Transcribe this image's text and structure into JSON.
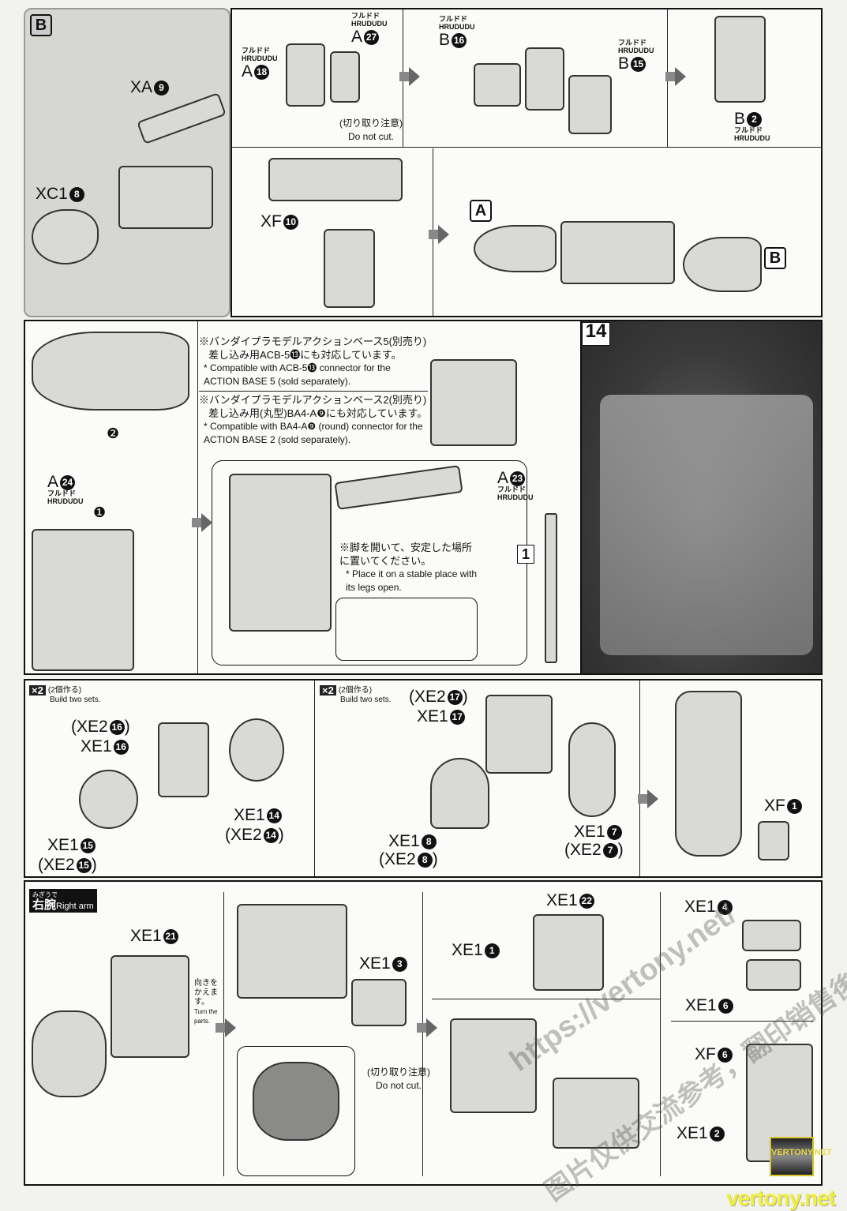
{
  "panel_b": {
    "badge": "B",
    "labels": [
      {
        "code": "XA",
        "num": "9"
      },
      {
        "code": "XC1",
        "num": "8"
      }
    ]
  },
  "step1": {
    "labels": [
      {
        "ruby": "フルドド",
        "sub": "HRUDUDU",
        "code": "A",
        "num": "18"
      },
      {
        "ruby": "フルドド",
        "sub": "HRUDUDU",
        "code": "A",
        "num": "27"
      },
      {
        "ruby": "フルドド",
        "sub": "HRUDUDU",
        "code": "B",
        "num": "16"
      },
      {
        "ruby": "フルドド",
        "sub": "HRUDUDU",
        "code": "B",
        "num": "15"
      },
      {
        "ruby": "フルドド",
        "sub": "HRUDUDU",
        "code": "B",
        "num": "2"
      }
    ],
    "cut_note_jp": "(切り取り注意)",
    "cut_note_en": "Do not cut."
  },
  "step2": {
    "label": {
      "code": "XF",
      "num": "10"
    },
    "badge_a": "A",
    "badge_b": "B"
  },
  "step3": {
    "note1_jp": "※バンダイプラモデルアクションベース5(別売り)",
    "note1b_jp": "差し込み用ACB-5⓭にも対応しています。",
    "note1_en": "* Compatible with ACB-5⓭ connector for the ACTION BASE 5 (sold separately).",
    "note2_jp": "※バンダイプラモデルアクションベース2(別売り)",
    "note2b_jp": "差し込み用(丸型)BA4-A❾にも対応しています。",
    "note2_en": "* Compatible with BA4-A❾ (round) connector for the ACTION BASE 2 (sold separately).",
    "label_a24": {
      "ruby": "フルドド",
      "sub": "HRUDUDU",
      "code": "A",
      "num": "24"
    },
    "label_a23": {
      "ruby": "フルドド",
      "sub": "HRUDUDU",
      "code": "A",
      "num": "23"
    },
    "step_one": "❶",
    "step_two": "❷",
    "legs_jp": "※脚を開いて、安定した場所に置いてください。",
    "legs_en": "* Place it on a stable place with its legs open.",
    "box_num": "1"
  },
  "photo": {
    "step": "14"
  },
  "row3": {
    "x2_jp": "(2個作る)",
    "x2_en": "Build two sets.",
    "x2": "×2",
    "left_labels": [
      {
        "code": "(XE2",
        "num": "16",
        ")": 1
      },
      {
        "code": "XE1",
        "num": "16"
      },
      {
        "code": "XE1",
        "num": "14"
      },
      {
        "code": "(XE2",
        "num": "14"
      },
      {
        "code": "XE1",
        "num": "15"
      },
      {
        "code": "(XE2",
        "num": "15"
      }
    ],
    "mid_labels": [
      {
        "code": "(XE2",
        "num": "17"
      },
      {
        "code": "XE1",
        "num": "17"
      },
      {
        "code": "XE1",
        "num": "8"
      },
      {
        "code": "(XE2",
        "num": "8"
      },
      {
        "code": "XE1",
        "num": "7"
      },
      {
        "code": "(XE2",
        "num": "7"
      }
    ],
    "right_label": {
      "code": "XF",
      "num": "1"
    }
  },
  "row4": {
    "section_ruby": "みぎうで",
    "section_jp": "右腕",
    "section_en": "Right arm",
    "labels": [
      {
        "code": "XE1",
        "num": "21"
      },
      {
        "code": "XE1",
        "num": "3"
      },
      {
        "code": "XE1",
        "num": "22"
      },
      {
        "code": "XE1",
        "num": "1"
      },
      {
        "code": "XE1",
        "num": "4"
      },
      {
        "code": "XE1",
        "num": "6"
      },
      {
        "code": "XF",
        "num": "6"
      },
      {
        "code": "XE1",
        "num": "2"
      }
    ],
    "turn_jp": "向きをかえます。",
    "turn_en": "Turn the parts.",
    "cut_note_jp": "(切り取り注意)",
    "cut_note_en": "Do not cut."
  },
  "watermark": {
    "url": "https://vertony.net/",
    "cn": "图片仅供交流参考，翻印销售後果自负",
    "logo": "VERTONY.NET",
    "footer": "vertony.net"
  }
}
